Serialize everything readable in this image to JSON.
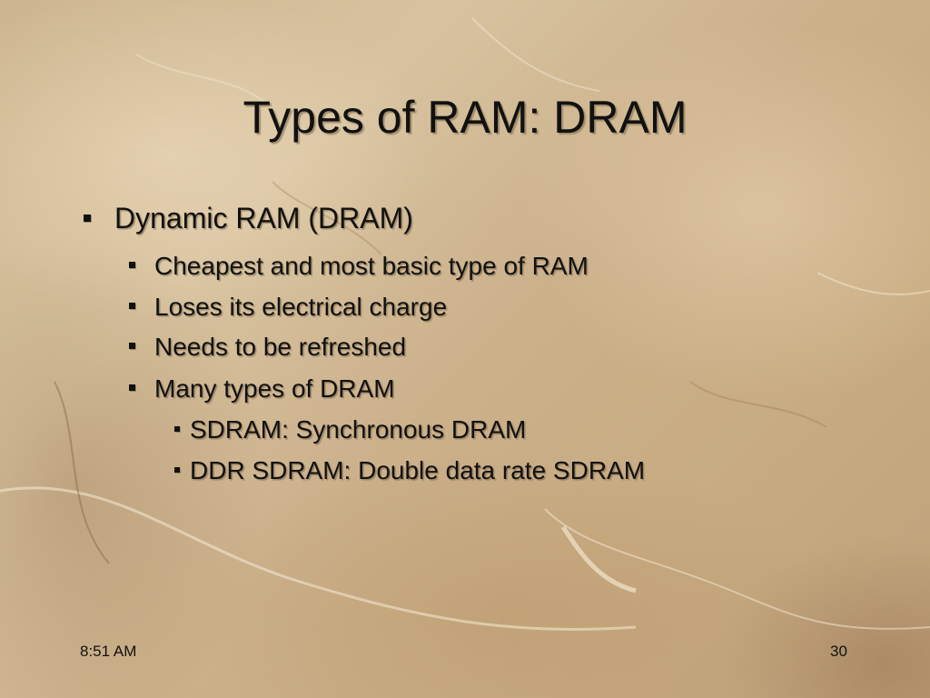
{
  "slide": {
    "title": "Types of RAM: DRAM",
    "bullets": [
      {
        "level": 1,
        "text": "Dynamic RAM (DRAM)"
      },
      {
        "level": 2,
        "text": "Cheapest and most basic type of RAM"
      },
      {
        "level": 2,
        "text": "Loses its electrical charge"
      },
      {
        "level": 2,
        "text": "Needs to be refreshed"
      },
      {
        "level": 2,
        "text": "Many types of DRAM"
      },
      {
        "level": 3,
        "text": "SDRAM: Synchronous DRAM"
      },
      {
        "level": 3,
        "text": "DDR SDRAM: Double data rate SDRAM"
      }
    ],
    "bullet_icon": "square-bullet-icon"
  },
  "footer": {
    "time": "8:51 AM",
    "page_number": "30"
  },
  "colors": {
    "text": "#111111",
    "background": "#cdb590"
  }
}
